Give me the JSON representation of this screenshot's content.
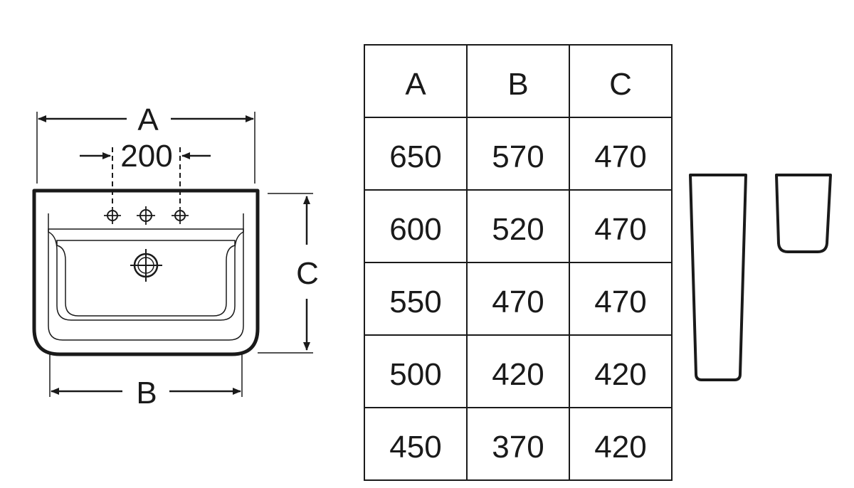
{
  "drawing": {
    "labels": {
      "width_overall": "A",
      "tap_spacing": "200",
      "depth": "C",
      "width_bowl": "B"
    }
  },
  "size_table": {
    "headers": [
      "A",
      "B",
      "C"
    ],
    "rows": [
      [
        "650",
        "570",
        "470"
      ],
      [
        "600",
        "520",
        "470"
      ],
      [
        "550",
        "470",
        "470"
      ],
      [
        "500",
        "420",
        "420"
      ],
      [
        "450",
        "370",
        "420"
      ]
    ]
  },
  "pedestals": {
    "items": [
      "full-pedestal",
      "semi-pedestal"
    ]
  },
  "colors": {
    "line": "#1a1a1a",
    "background": "#ffffff"
  }
}
